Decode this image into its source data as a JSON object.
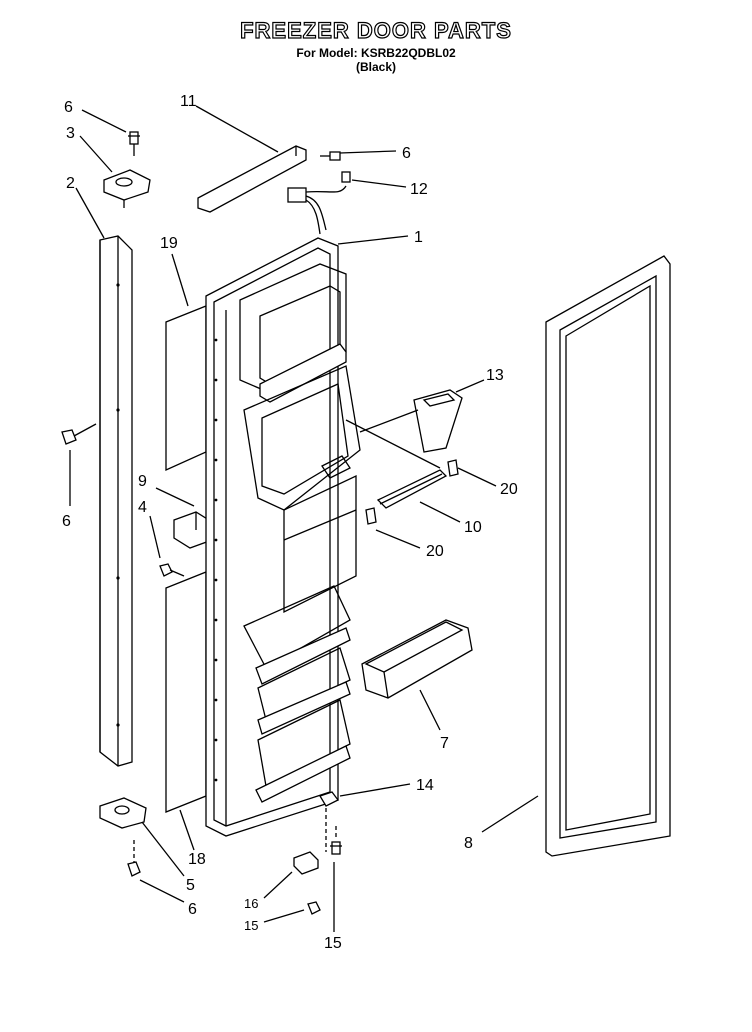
{
  "header": {
    "title": "FREEZER DOOR PARTS",
    "subtitle": "For Model: KSRB22QDBL02",
    "color_note": "(Black)"
  },
  "callouts": {
    "c1": "1",
    "c2": "2",
    "c3": "3",
    "c4": "4",
    "c5": "5",
    "c6a": "6",
    "c6b": "6",
    "c6c": "6",
    "c6d": "6",
    "c7": "7",
    "c8": "8",
    "c9": "9",
    "c10": "10",
    "c11": "11",
    "c12": "12",
    "c13": "13",
    "c14": "14",
    "c15a": "15",
    "c15b": "15",
    "c16": "16",
    "c18": "18",
    "c19": "19",
    "c20a": "20",
    "c20b": "20"
  }
}
